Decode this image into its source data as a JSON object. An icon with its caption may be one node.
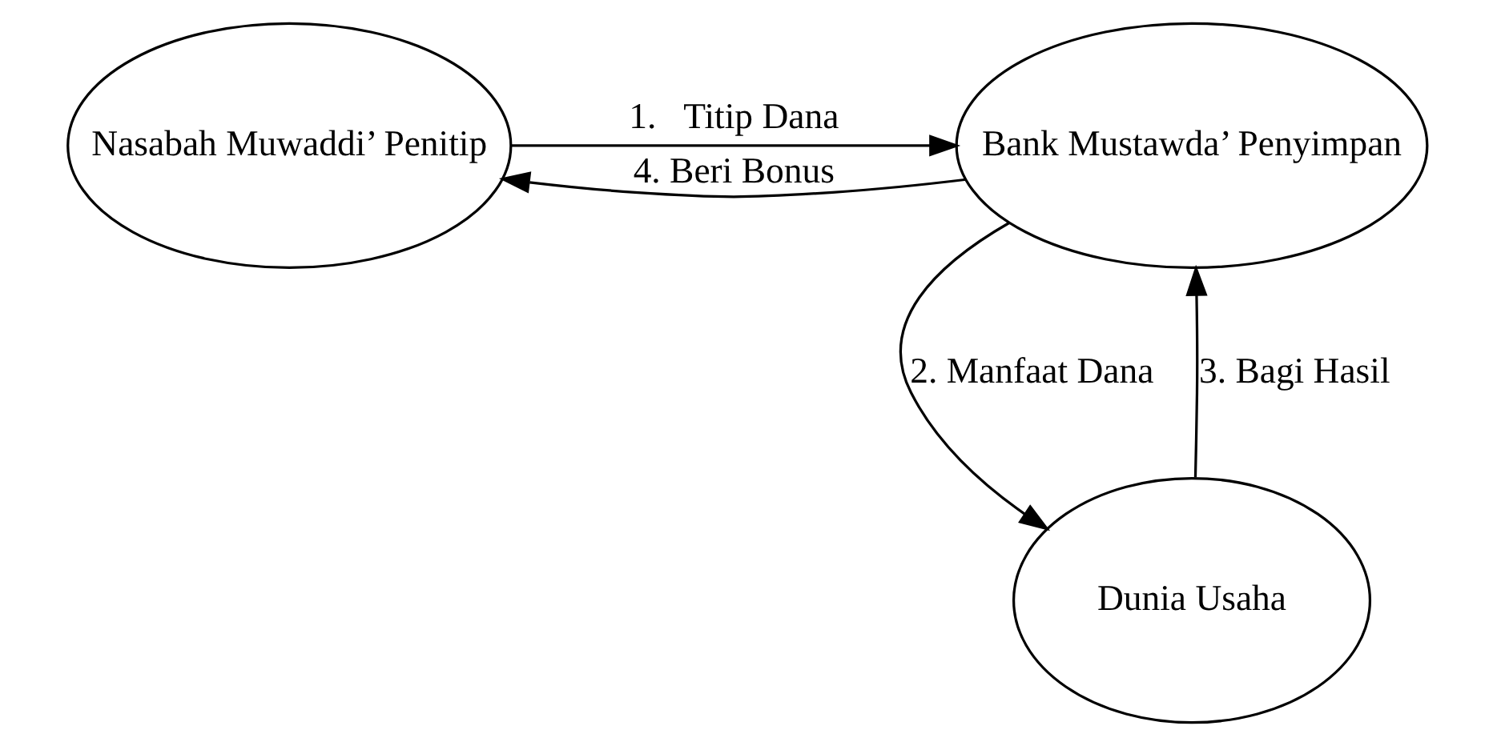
{
  "diagram": {
    "nodes": [
      {
        "text": [
          "Nasabah Muwaddi’ Penitip"
        ]
      },
      {
        "text": [
          "Bank Mustawda’ Penyimpan"
        ]
      },
      {
        "text": [
          "Dunia Usaha"
        ]
      }
    ],
    "edges": [
      {
        "from": 0,
        "to": 1,
        "arrow": "to",
        "label": "1.   Titip Dana"
      },
      {
        "from": 1,
        "to": 0,
        "arrow": "to",
        "label": "4. Beri Bonus"
      },
      {
        "from": 1,
        "to": 2,
        "arrow": "to",
        "label": "2. Manfaat Dana"
      },
      {
        "from": 2,
        "to": 1,
        "arrow": "to",
        "label": "3. Bagi Hasil"
      }
    ]
  }
}
